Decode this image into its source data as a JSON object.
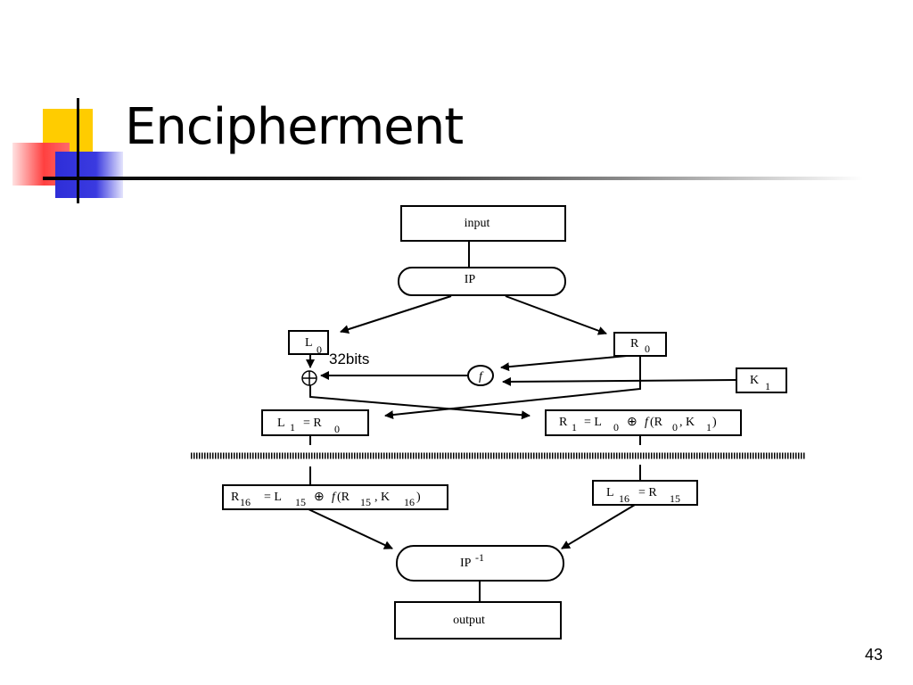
{
  "slide": {
    "title": "Encipherment",
    "page_number": "43"
  },
  "diagram": {
    "input": "input",
    "ip": "IP",
    "l0": {
      "base": "L",
      "sub": "0"
    },
    "r0": {
      "base": "R",
      "sub": "0"
    },
    "bits_note": "32bits",
    "f": "f",
    "k1": {
      "base": "K",
      "sub": "1"
    },
    "xor_symbol": "⊕",
    "l1_eq": {
      "lhs": "L",
      "lhs_sub": "1",
      "eq": "= R",
      "rhs_sub": "0"
    },
    "r1_eq": {
      "lhs": "R",
      "lhs_sub": "1",
      "eq": "= L",
      "l_sub": "0",
      "oplus": "⊕",
      "f": "f",
      "paren": "(R",
      "r_sub": "0",
      "k": ", K",
      "k_sub": "1",
      "close": ")"
    },
    "r16_eq": {
      "lhs": "R",
      "lhs_sub": "16",
      "eq": "= L",
      "l_sub": "15",
      "oplus": "⊕",
      "f": "f",
      "paren": "(R",
      "r_sub": "15",
      "k": ", K",
      "k_sub": "16",
      "close": ")"
    },
    "l16_eq": {
      "lhs": "L",
      "lhs_sub": "16",
      "eq": "= R",
      "rhs_sub": "15"
    },
    "ip_inv": {
      "base": "IP",
      "sup": "-1"
    },
    "output": "output"
  }
}
